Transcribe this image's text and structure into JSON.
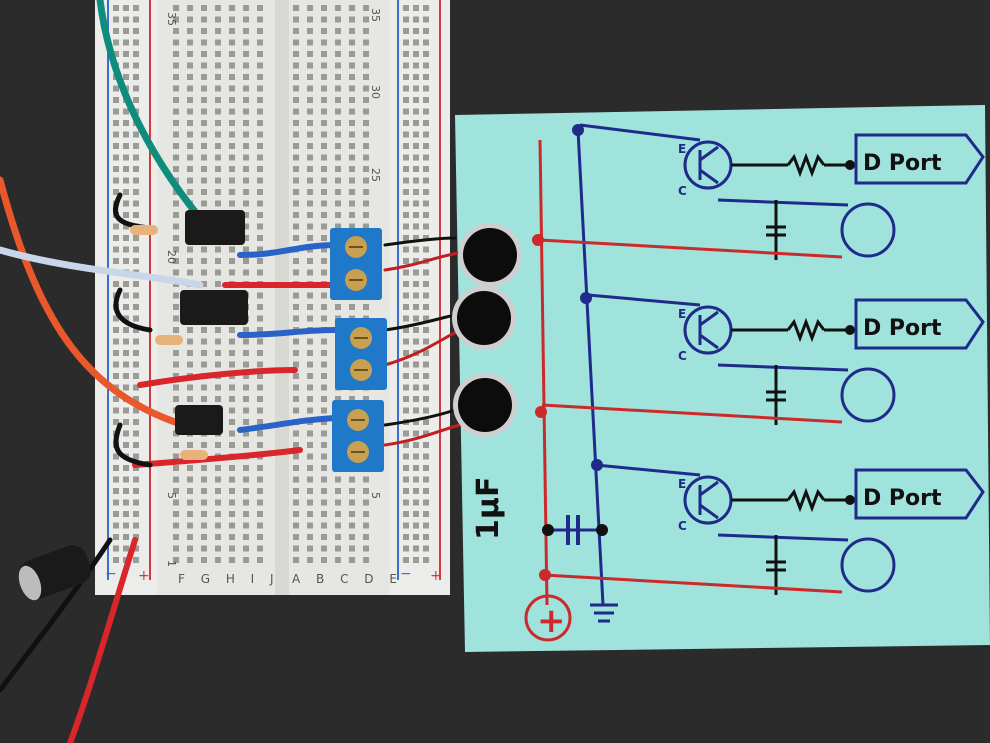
{
  "breadboard": {
    "row_labels": [
      "35",
      "30",
      "25",
      "20",
      "5",
      "1"
    ],
    "col_labels_left": "F G H I J",
    "col_labels_right": "A B C D E",
    "rail_minus": "−",
    "rail_plus": "+"
  },
  "schematic": {
    "capacitor_label": "1μF",
    "supply_label": "+",
    "port_labels": [
      "D Port",
      "D Port",
      "D Port"
    ],
    "transistor_marks": [
      "E",
      "C"
    ]
  },
  "colors": {
    "background": "#2a2a2a",
    "breadboard": "#e6e6e2",
    "sticky_note": "#9fe3dc",
    "pen_blue": "#1f2a8a",
    "pen_red": "#cc2a2a",
    "terminal_block": "#1f78c8",
    "wire_red": "#d8262b",
    "wire_blue": "#2a63c8",
    "wire_teal": "#0f8d7c",
    "wire_orange": "#e8582b"
  }
}
